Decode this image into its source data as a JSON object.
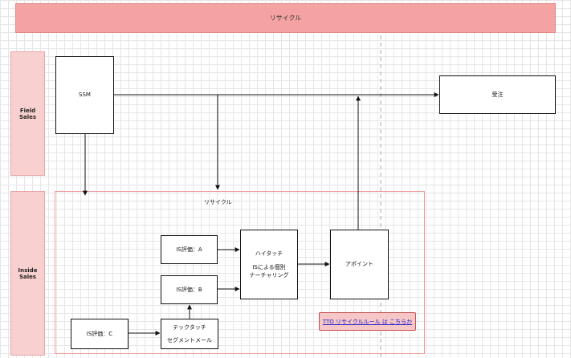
{
  "banner": {
    "label": "リサイクル"
  },
  "lanes": {
    "field_sales": "Field Sales",
    "inside_sales": "Inside Sales"
  },
  "group": {
    "title": "リサイクル"
  },
  "nodes": {
    "ssm": "SSM",
    "order": "受注",
    "is_a": "IS評価：A",
    "is_b": "IS評価：B",
    "is_c": "IS評価：C",
    "hightouch": {
      "line1": "ハイタッチ",
      "line2": "ISによる個別",
      "line3": "ナーチャリング"
    },
    "techtouch": {
      "line1": "テックタッチ",
      "line2": "セグメントメール"
    },
    "appoint": "アポイント"
  },
  "link": {
    "text": "TTO リサイクルルール は こちらか"
  },
  "colors": {
    "banner": "#f4a2a2",
    "lane": "#f9d0d0",
    "group_border": "#ef9b9b",
    "link_box": "#f7c6c6",
    "link_text": "#2020cc"
  }
}
